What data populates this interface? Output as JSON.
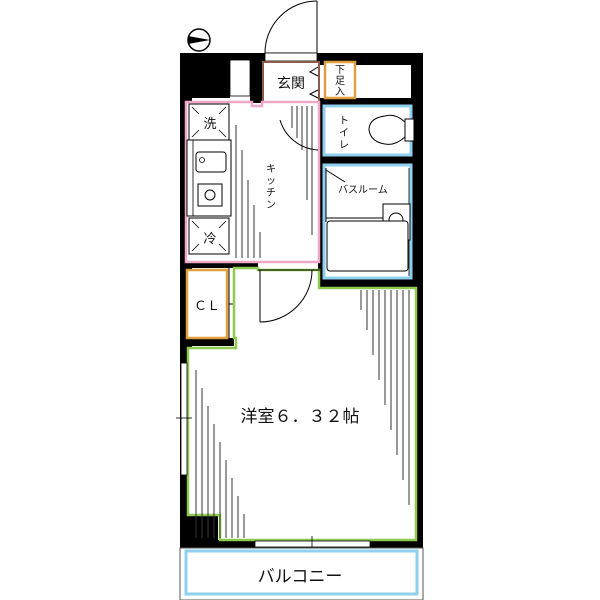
{
  "floorplan": {
    "title": "",
    "rooms": {
      "entrance": {
        "label": "玄関"
      },
      "shoe_storage": {
        "label": "下足入",
        "chars": [
          "下",
          "足",
          "入"
        ]
      },
      "toilet": {
        "label": "トイレ",
        "chars": [
          "ト",
          "イ",
          "レ"
        ]
      },
      "washer": {
        "label": "洗"
      },
      "fridge": {
        "label": "冷"
      },
      "kitchen": {
        "label": "キッチン",
        "chars": [
          "キ",
          "ッ",
          "チ",
          "ン"
        ]
      },
      "bathroom": {
        "label": "バスルーム"
      },
      "closet": {
        "label": "ＣＬ"
      },
      "western_room": {
        "label": "洋室６．３２帖"
      },
      "balcony": {
        "label": "バルコニー"
      }
    },
    "compass": {
      "icon": "north-arrow-icon",
      "direction": "east"
    },
    "colors": {
      "wall": "#000000",
      "entrance_outline": "#8b5a4a",
      "storage_outline": "#e0a040",
      "wet_area_outline": "#8fd0ee",
      "kitchen_outline": "#f0a8c8",
      "room_outline": "#90c850",
      "fixture_line": "#333333"
    }
  }
}
